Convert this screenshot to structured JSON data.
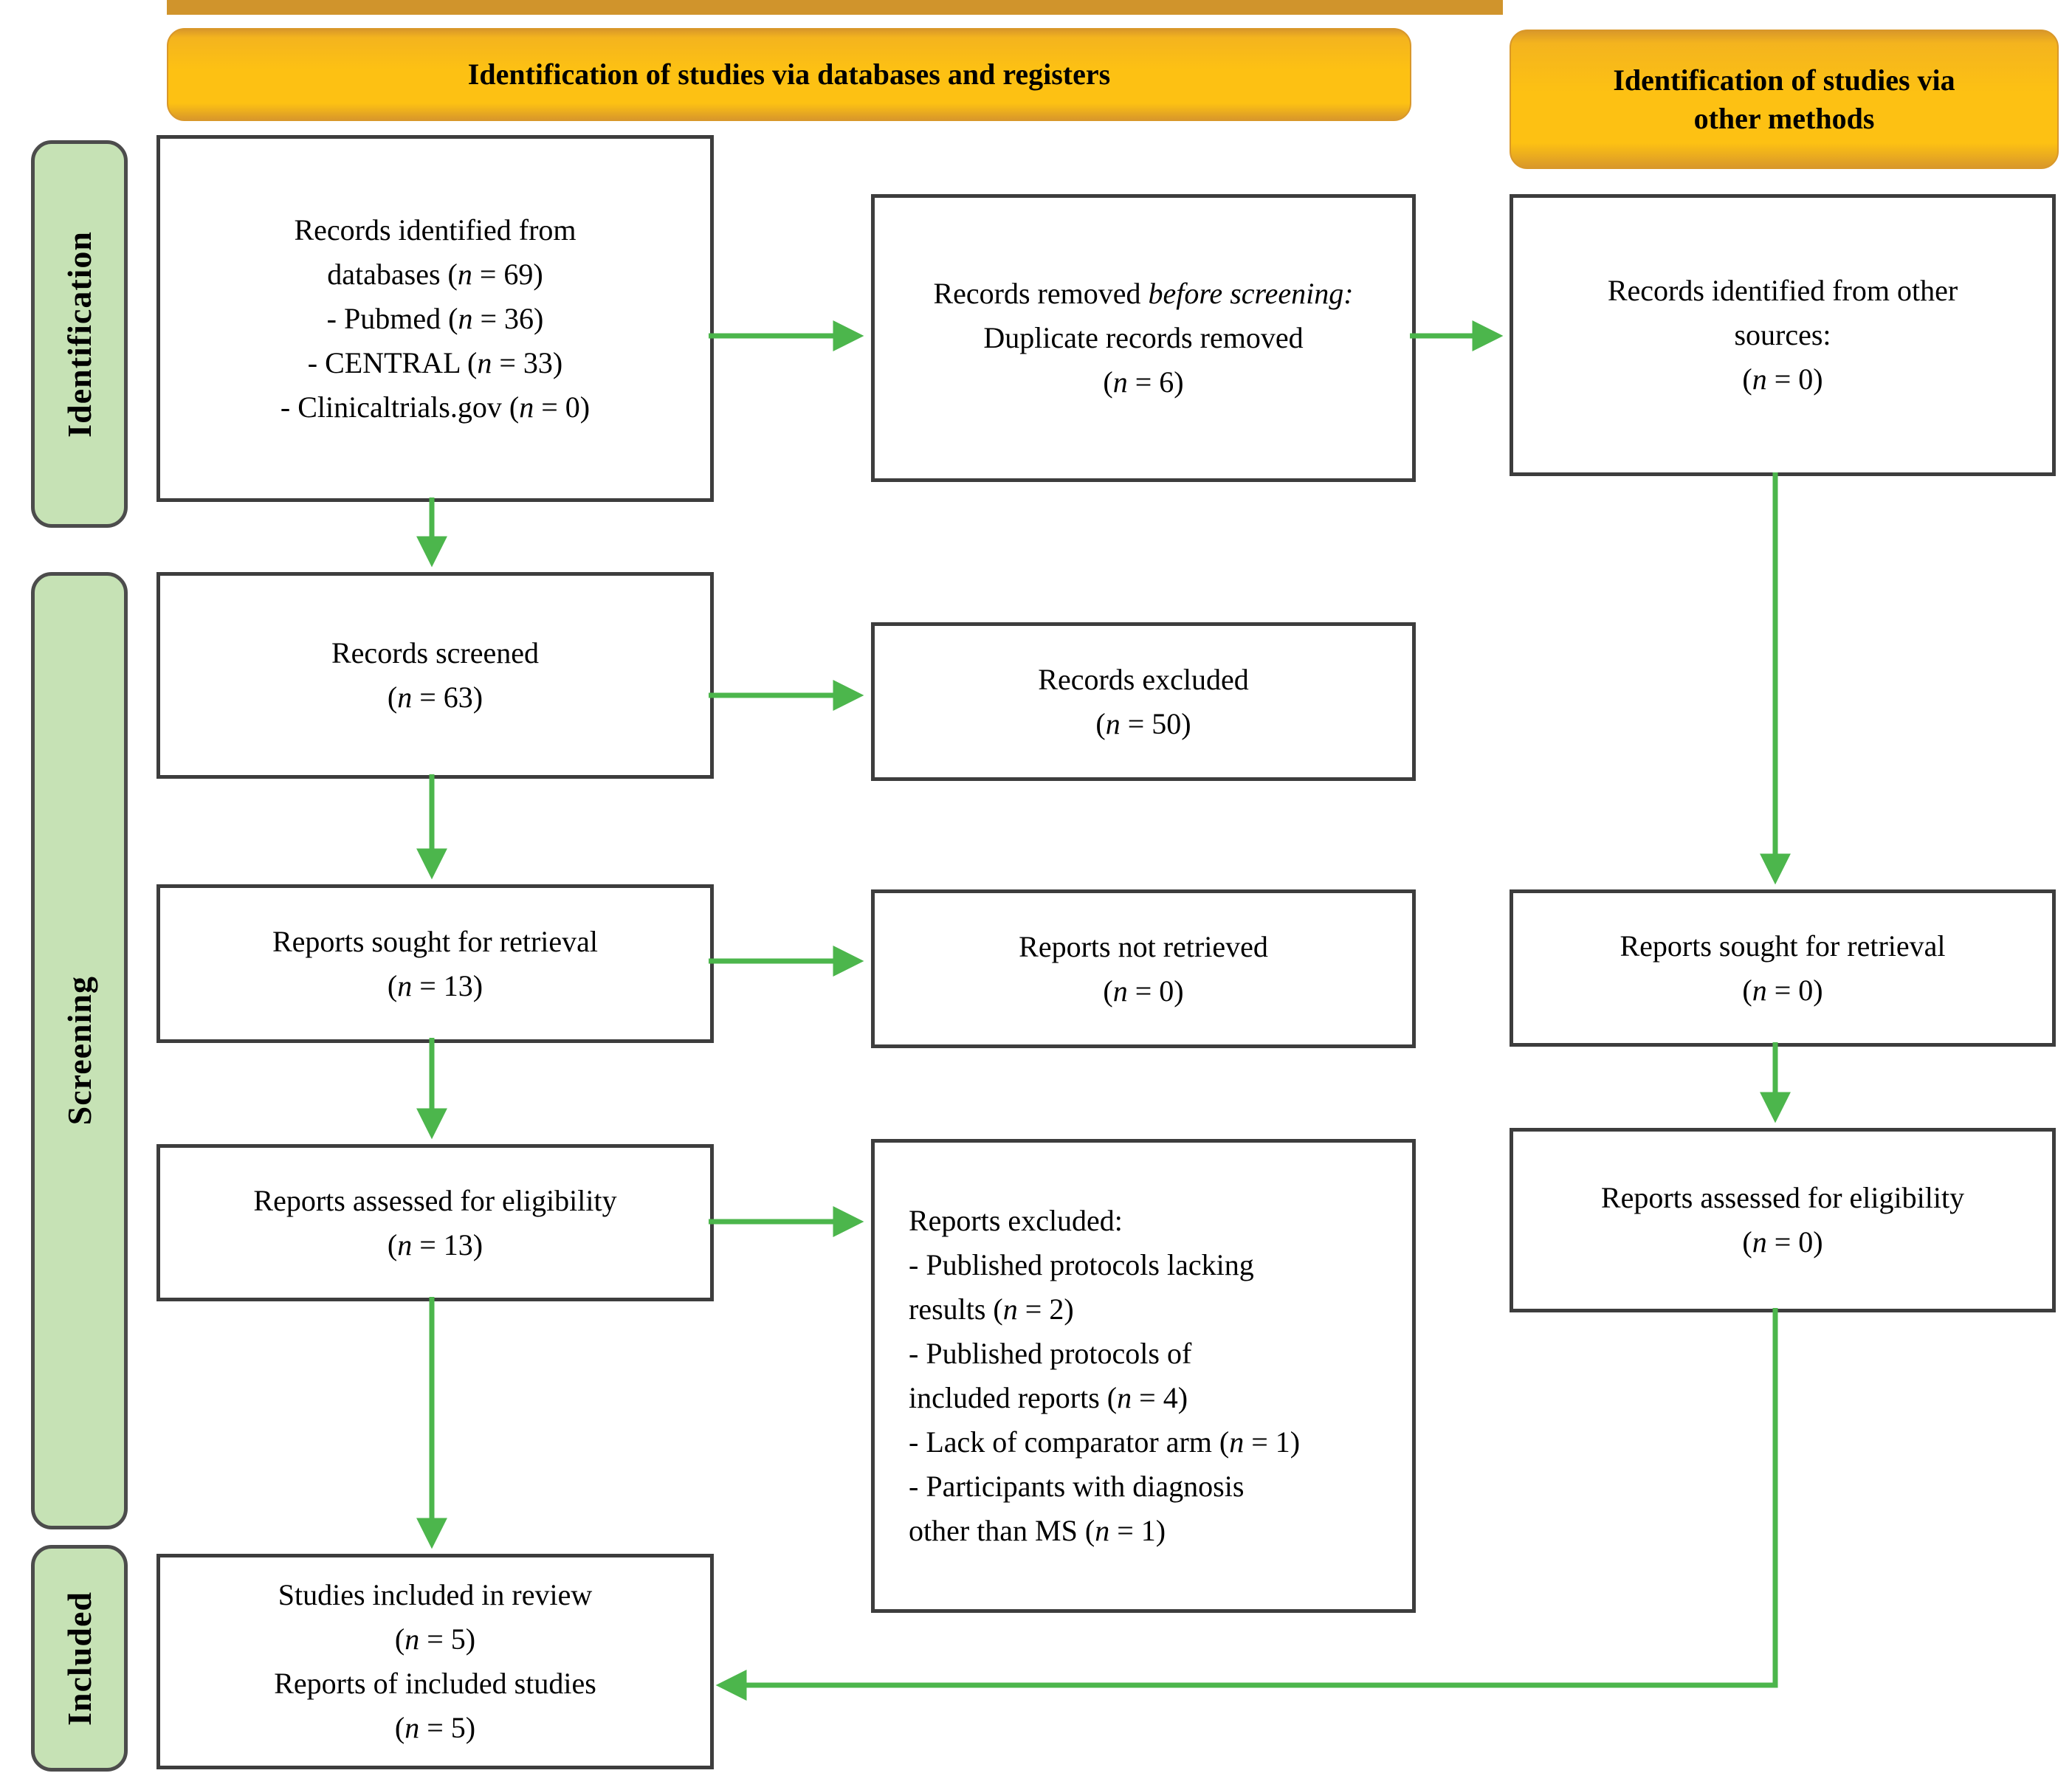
{
  "colors": {
    "banner_fill": "#FDC113",
    "banner_edge": "#D9982A",
    "sidebar_fill": "#C6E2B5",
    "sidebar_border": "#4C4C4C",
    "box_border": "#3D3D3D",
    "arrow_green": "#4CB64C",
    "text": "#000000"
  },
  "banners": {
    "databases": {
      "lines": [
        "Identification of studies via databases and registers"
      ]
    },
    "other_methods": {
      "lines": [
        "Identification of studies via",
        "other methods"
      ]
    }
  },
  "sidebar": {
    "identification": "Identification",
    "screening": "Screening",
    "included": "Included"
  },
  "nodes": {
    "records_identified": {
      "lines": [
        [
          {
            "t": "Records identified from"
          }
        ],
        [
          {
            "t": "databases ("
          },
          {
            "t": "n",
            "i": true
          },
          {
            "t": " = 69)"
          }
        ],
        [
          {
            "t": "- Pubmed ("
          },
          {
            "t": "n",
            "i": true
          },
          {
            "t": " = 36)"
          }
        ],
        [
          {
            "t": "- CENTRAL ("
          },
          {
            "t": "n",
            "i": true
          },
          {
            "t": " = 33)"
          }
        ],
        [
          {
            "t": "- Clinicaltrials.gov ("
          },
          {
            "t": "n",
            "i": true
          },
          {
            "t": " = 0)"
          }
        ]
      ]
    },
    "records_removed": {
      "lines": [
        [
          {
            "t": "Records removed "
          },
          {
            "t": "before screening:",
            "i": true
          }
        ],
        [
          {
            "t": "Duplicate records removed"
          }
        ],
        [
          {
            "t": "("
          },
          {
            "t": "n",
            "i": true
          },
          {
            "t": " = 6)"
          }
        ]
      ]
    },
    "other_sources": {
      "lines": [
        [
          {
            "t": "Records identified from other"
          }
        ],
        [
          {
            "t": "sources:"
          }
        ],
        [
          {
            "t": "("
          },
          {
            "t": "n",
            "i": true
          },
          {
            "t": " = 0)"
          }
        ]
      ]
    },
    "records_screened": {
      "lines": [
        [
          {
            "t": "Records screened"
          }
        ],
        [
          {
            "t": "("
          },
          {
            "t": "n",
            "i": true
          },
          {
            "t": " = 63)"
          }
        ]
      ]
    },
    "records_excluded": {
      "lines": [
        [
          {
            "t": "Records excluded"
          }
        ],
        [
          {
            "t": "("
          },
          {
            "t": "n",
            "i": true
          },
          {
            "t": " = 50)"
          }
        ]
      ]
    },
    "reports_sought": {
      "lines": [
        [
          {
            "t": "Reports sought for retrieval"
          }
        ],
        [
          {
            "t": "("
          },
          {
            "t": "n",
            "i": true
          },
          {
            "t": " = 13)"
          }
        ]
      ]
    },
    "reports_not_retrieved": {
      "lines": [
        [
          {
            "t": "Reports not retrieved"
          }
        ],
        [
          {
            "t": "("
          },
          {
            "t": "n",
            "i": true
          },
          {
            "t": " = 0)"
          }
        ]
      ]
    },
    "reports_sought_other": {
      "lines": [
        [
          {
            "t": "Reports sought for retrieval"
          }
        ],
        [
          {
            "t": "("
          },
          {
            "t": "n",
            "i": true
          },
          {
            "t": " = 0)"
          }
        ]
      ]
    },
    "reports_assessed": {
      "lines": [
        [
          {
            "t": "Reports assessed for eligibility"
          }
        ],
        [
          {
            "t": "("
          },
          {
            "t": "n",
            "i": true
          },
          {
            "t": " = 13)"
          }
        ]
      ]
    },
    "reports_excluded_reasons": {
      "lines": [
        [
          {
            "t": "Reports excluded:"
          }
        ],
        [
          {
            "t": "- Published protocols lacking"
          }
        ],
        [
          {
            "t": "results ("
          },
          {
            "t": "n",
            "i": true
          },
          {
            "t": " = 2)"
          }
        ],
        [
          {
            "t": "- Published protocols of"
          }
        ],
        [
          {
            "t": "included reports ("
          },
          {
            "t": "n",
            "i": true
          },
          {
            "t": " = 4)"
          }
        ],
        [
          {
            "t": "- Lack of comparator arm ("
          },
          {
            "t": "n",
            "i": true
          },
          {
            "t": " = 1)"
          }
        ],
        [
          {
            "t": "- Participants with diagnosis"
          }
        ],
        [
          {
            "t": "other than MS ("
          },
          {
            "t": "n",
            "i": true
          },
          {
            "t": " = 1)"
          }
        ]
      ]
    },
    "reports_assessed_other": {
      "lines": [
        [
          {
            "t": "Reports assessed for eligibility"
          }
        ],
        [
          {
            "t": "("
          },
          {
            "t": "n",
            "i": true
          },
          {
            "t": " = 0)"
          }
        ]
      ]
    },
    "studies_included": {
      "lines": [
        [
          {
            "t": "Studies included in review"
          }
        ],
        [
          {
            "t": "("
          },
          {
            "t": "n",
            "i": true
          },
          {
            "t": " = 5)"
          }
        ],
        [
          {
            "t": "Reports of included studies"
          }
        ],
        [
          {
            "t": "("
          },
          {
            "t": "n",
            "i": true
          },
          {
            "t": " = 5)"
          }
        ]
      ]
    }
  }
}
